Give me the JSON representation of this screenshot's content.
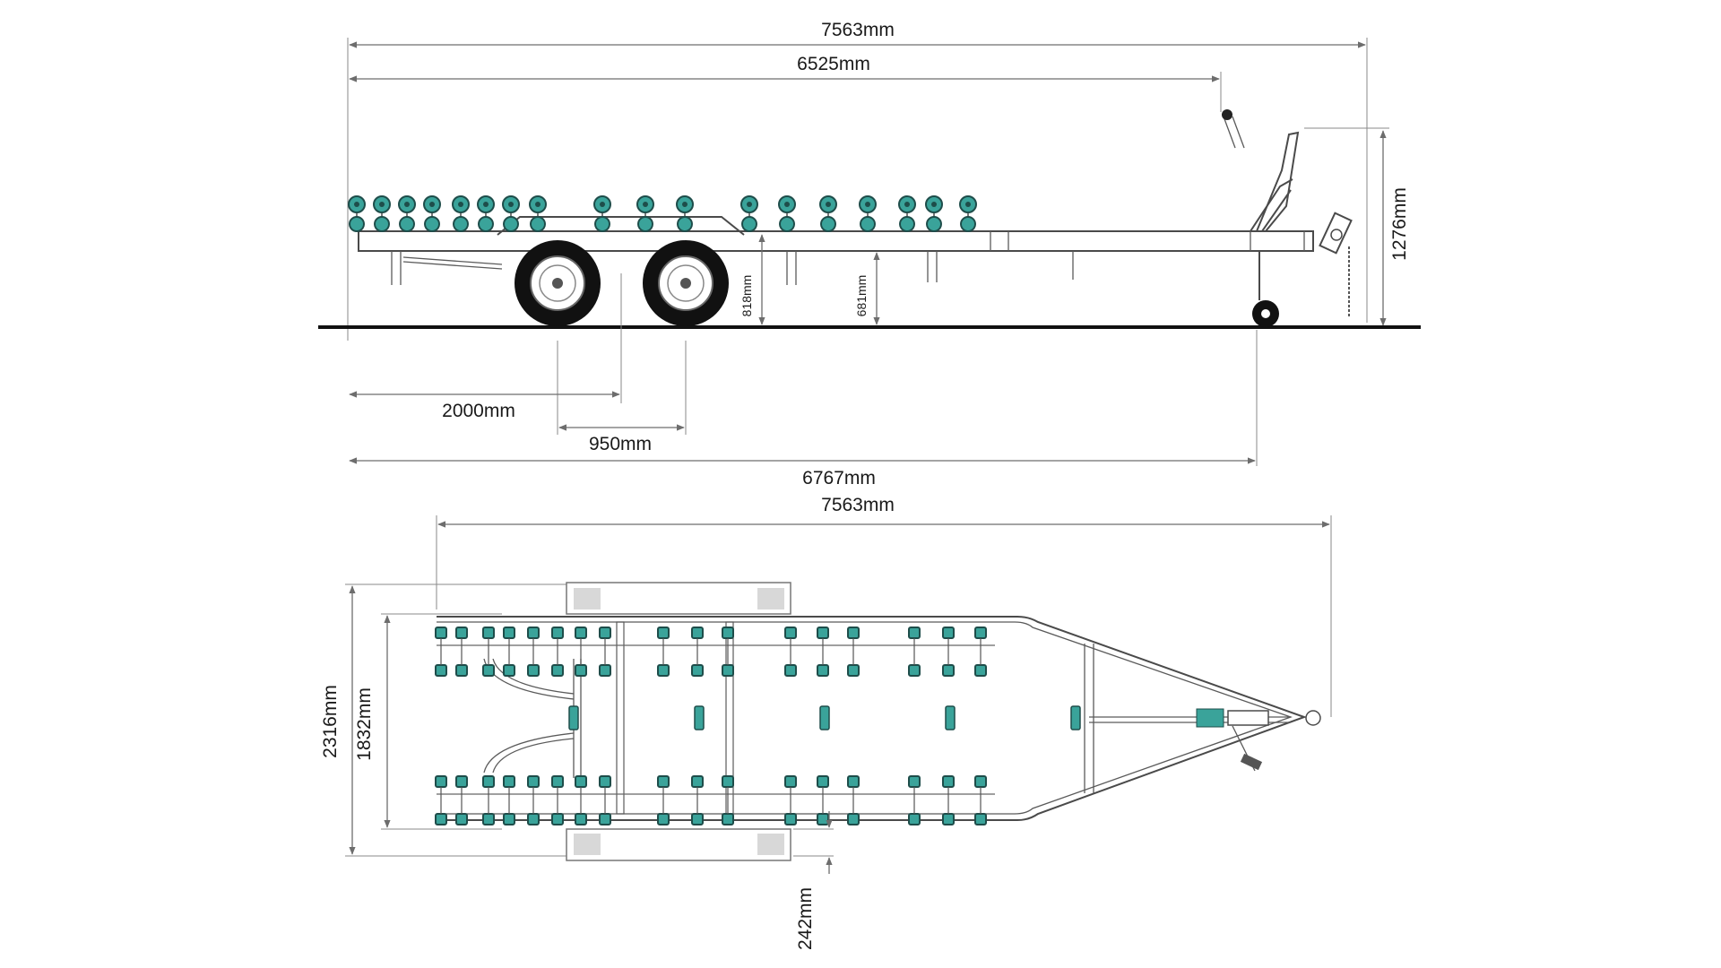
{
  "colors": {
    "roller": "#3aa39a",
    "roller_dark": "#1e4d4a",
    "frame": "#4a4a4a",
    "dimension": "#6d6d6d",
    "ground": "#111111",
    "tire": "#111111"
  },
  "side_view": {
    "dim_overall_length": "7563mm",
    "dim_to_jack": "6525mm",
    "dim_height": "1276mm",
    "dim_frame_height": "818mm",
    "dim_bunk_height": "681mm",
    "dim_axle_position": "2000mm",
    "dim_axle_spacing": "950mm",
    "dim_body_length": "6767mm"
  },
  "top_view": {
    "dim_overall_length": "7563mm",
    "dim_overall_width": "2316mm",
    "dim_frame_width": "1832mm",
    "dim_fender_width": "242mm"
  }
}
